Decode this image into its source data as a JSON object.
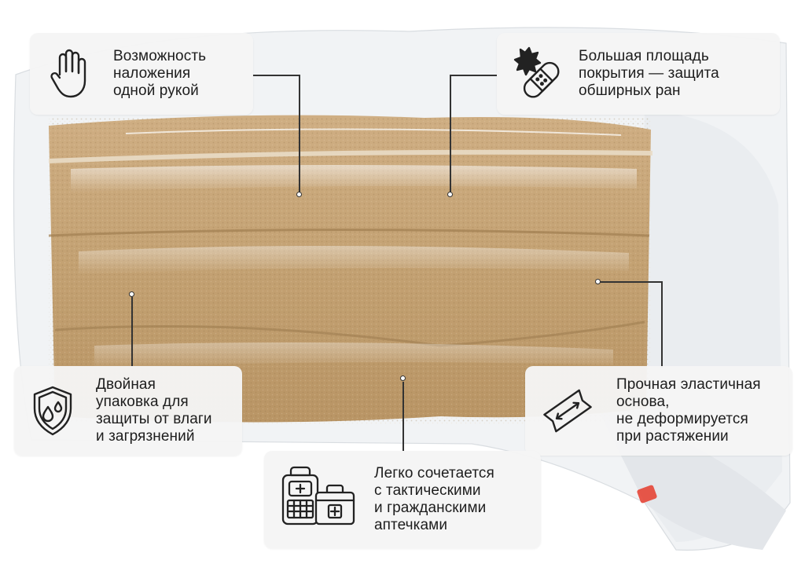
{
  "features": {
    "one_hand": "Возможность\nналожения\nодной рукой",
    "coverage": "Большая площадь\nпокрытия — защита\nобширных ран",
    "packaging": "Двойная\nупаковка для\nзащиты от влаги\nи загрязнений",
    "elastic": "Прочная эластичная\nоснова,\nне деформируется\nпри растяжении",
    "kits": "Легко сочетается\nс тактическими\nи гражданскими\nаптечками"
  },
  "icons": {
    "one_hand": "hand-icon",
    "coverage": "bandage-icon",
    "packaging": "shield-drops-icon",
    "elastic": "stretch-bandage-icon",
    "kits": "first-aid-kit-icon"
  },
  "colors": {
    "bandage": "#c9a77d",
    "bandage_dark": "#a88556",
    "text": "#1d1d1d",
    "card": "#f5f5f5",
    "accent_red": "#e53b2c"
  }
}
